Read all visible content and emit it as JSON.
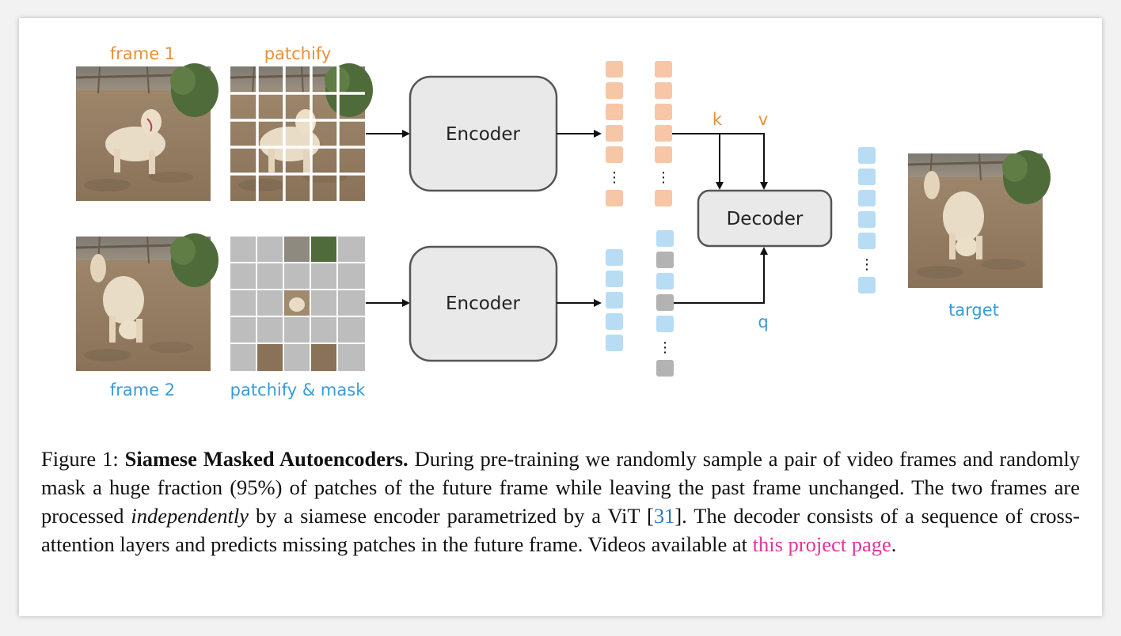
{
  "figure": {
    "labels": {
      "frame1": "frame 1",
      "patchify": "patchify",
      "frame2": "frame 2",
      "patchify_mask": "patchify & mask",
      "encoder_top": "Encoder",
      "encoder_bottom": "Encoder",
      "decoder": "Decoder",
      "k": "k",
      "v": "v",
      "q": "q",
      "target": "target",
      "ellipsis": "⋮"
    },
    "colors": {
      "orange": "#e8903a",
      "blue": "#3a9bd6",
      "orange_token": "#f7c6a6",
      "blue_token": "#b9dcf5",
      "gray_token": "#b3b3b3",
      "box_fill": "#e9e9e9",
      "box_stroke": "#555555",
      "mask_gray": "#bdbdbd"
    },
    "images": {
      "frame1": "dog-photo",
      "frame2": "dog-photo",
      "target": "dog-photo"
    }
  },
  "caption": {
    "prefix": "Figure 1: ",
    "title": "Siamese Masked Autoencoders.",
    "part1": " During pre-training we randomly sample a pair of video frames and randomly mask a huge fraction (95%) of patches of the future frame while leaving the past frame unchanged. The two frames are processed ",
    "emph": "independently",
    "part2": " by a siamese encoder parametrized by a ViT [",
    "cite": "31",
    "part3": "]. The decoder consists of a sequence of cross-attention layers and predicts missing patches in the future frame. Videos available at ",
    "link": "this project page",
    "end": "."
  }
}
